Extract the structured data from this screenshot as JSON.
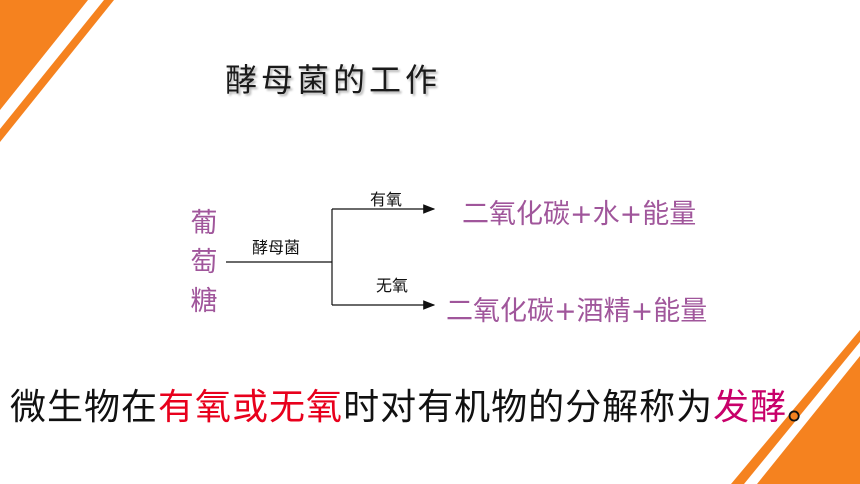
{
  "title": "酵母菌的工作",
  "diagram": {
    "substrate": [
      "葡",
      "萄",
      "糖"
    ],
    "agent_label": "酵母菌",
    "aerobic": {
      "condition": "有氧",
      "products": "二氧化碳+水+能量"
    },
    "anaerobic": {
      "condition": "无氧",
      "products": "二氧化碳+酒精+能量"
    }
  },
  "sentence": {
    "part1": "微生物在",
    "aerobic": "有氧",
    "or": "或",
    "anaerobic": "无氧",
    "part2": "时对有机物的分解称为",
    "term": "发酵",
    "end": "。"
  },
  "colors": {
    "accent_orange": "#f5821f",
    "purple_text": "#a0569b",
    "red_text": "#e8001c",
    "magenta_text": "#c8006a"
  }
}
